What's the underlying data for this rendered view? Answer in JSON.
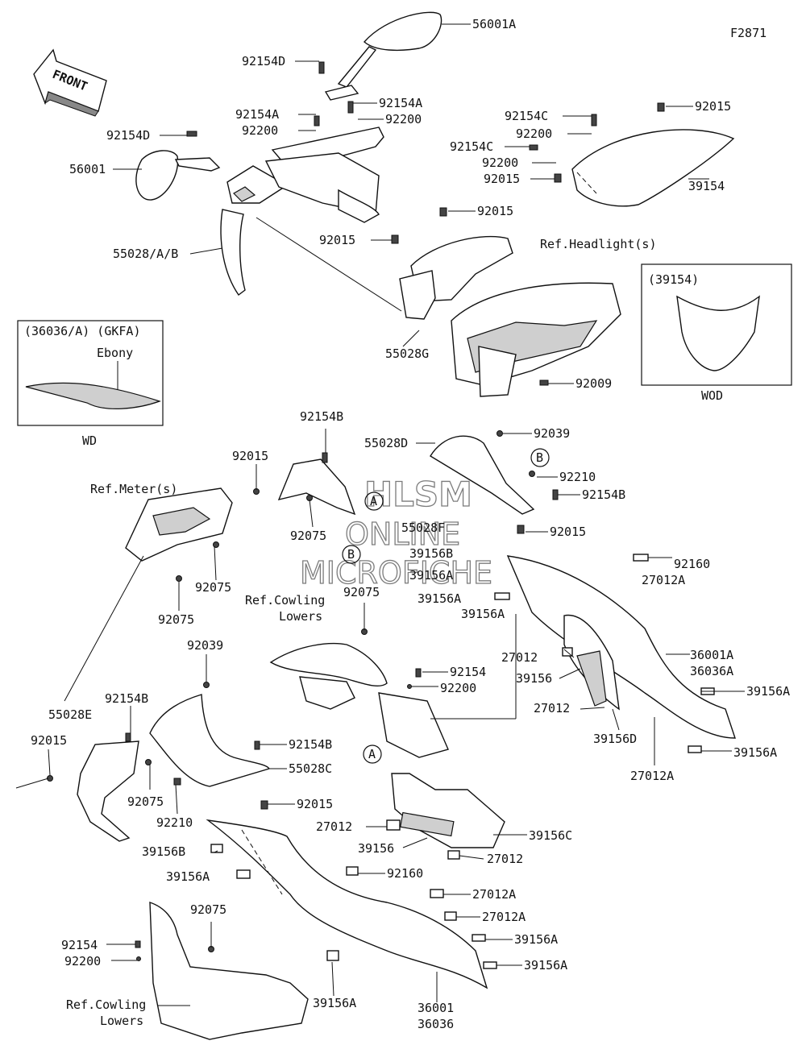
{
  "figure_code": "F2871",
  "front_label": "FRONT",
  "watermark": {
    "line1": "HLSM",
    "line2": "ONLINE",
    "line3": "MICROFICHE"
  },
  "inset_wd": {
    "header": "(36036/A) (GKFA)",
    "color": "Ebony",
    "caption": "WD"
  },
  "inset_wod": {
    "header": "(39154)",
    "caption": "WOD"
  },
  "ref_labels": {
    "headlight": "Ref.Headlight(s)",
    "meter": "Ref.Meter(s)",
    "cowling_lowers_1": "Ref.Cowling",
    "cowling_lowers_1b": "Lowers",
    "cowling_lowers_2": "Ref.Cowling",
    "cowling_lowers_2b": "Lowers"
  },
  "callouts": {
    "A_mid": "A",
    "A_low": "A",
    "B_top": "B",
    "B_mid": "B"
  },
  "part_labels": {
    "p56001A": "56001A",
    "p92154D_1": "92154D",
    "p92154A_1": "92154A",
    "p92200_1": "92200",
    "p92154A_2": "92154A",
    "p92200_2": "92200",
    "p92154D_2": "92154D",
    "p56001": "56001",
    "p55028AB": "55028/A/B",
    "p92154C_1": "92154C",
    "p92015_1": "92015",
    "p92200_3": "92200",
    "p92154C_2": "92154C",
    "p92200_4": "92200",
    "p92015_2": "92015",
    "p39154": "39154",
    "p92015_3": "92015",
    "p92015_4": "92015",
    "p55028G": "55028G",
    "p92009": "92009",
    "p92154B_1": "92154B",
    "p55028D": "55028D",
    "p92039_1": "92039",
    "p92210_1": "92210",
    "p92154B_2": "92154B",
    "p92015_5": "92015",
    "p92075_1": "92075",
    "p55028F": "55028F",
    "p92015_6": "92015",
    "p39156B_1": "39156B",
    "p92160_1": "92160",
    "p39156A_1": "39156A",
    "p27012A_1": "27012A",
    "p39156A_2": "39156A",
    "p39156A_3": "39156A",
    "p92075_2": "92075",
    "p92075_3": "92075",
    "p92075_4": "92075",
    "p27012_1": "27012",
    "p36001A": "36001A",
    "p36036A": "36036A",
    "p39156_1": "39156",
    "p39156A_4": "39156A",
    "p27012_2": "27012",
    "p92154_1": "92154",
    "p92200_5": "92200",
    "p39156D": "39156D",
    "p39156A_5": "39156A",
    "p27012A_2": "27012A",
    "p92039_2": "92039",
    "p92154B_3": "92154B",
    "p55028E": "55028E",
    "p92015_7": "92015",
    "p92154B_4": "92154B",
    "p55028C": "55028C",
    "p92075_5": "92075",
    "p92210_2": "92210",
    "p92015_8": "92015",
    "p27012_3": "27012",
    "p39156C": "39156C",
    "p39156_2": "39156",
    "p27012_4": "27012",
    "p39156B_2": "39156B",
    "p39156A_6": "39156A",
    "p92160_2": "92160",
    "p27012A_3": "27012A",
    "p27012A_4": "27012A",
    "p39156A_7": "39156A",
    "p39156A_8": "39156A",
    "p92075_6": "92075",
    "p92154_2": "92154",
    "p92200_6": "92200",
    "p39156A_9": "39156A",
    "p36001": "36001",
    "p36036": "36036"
  }
}
